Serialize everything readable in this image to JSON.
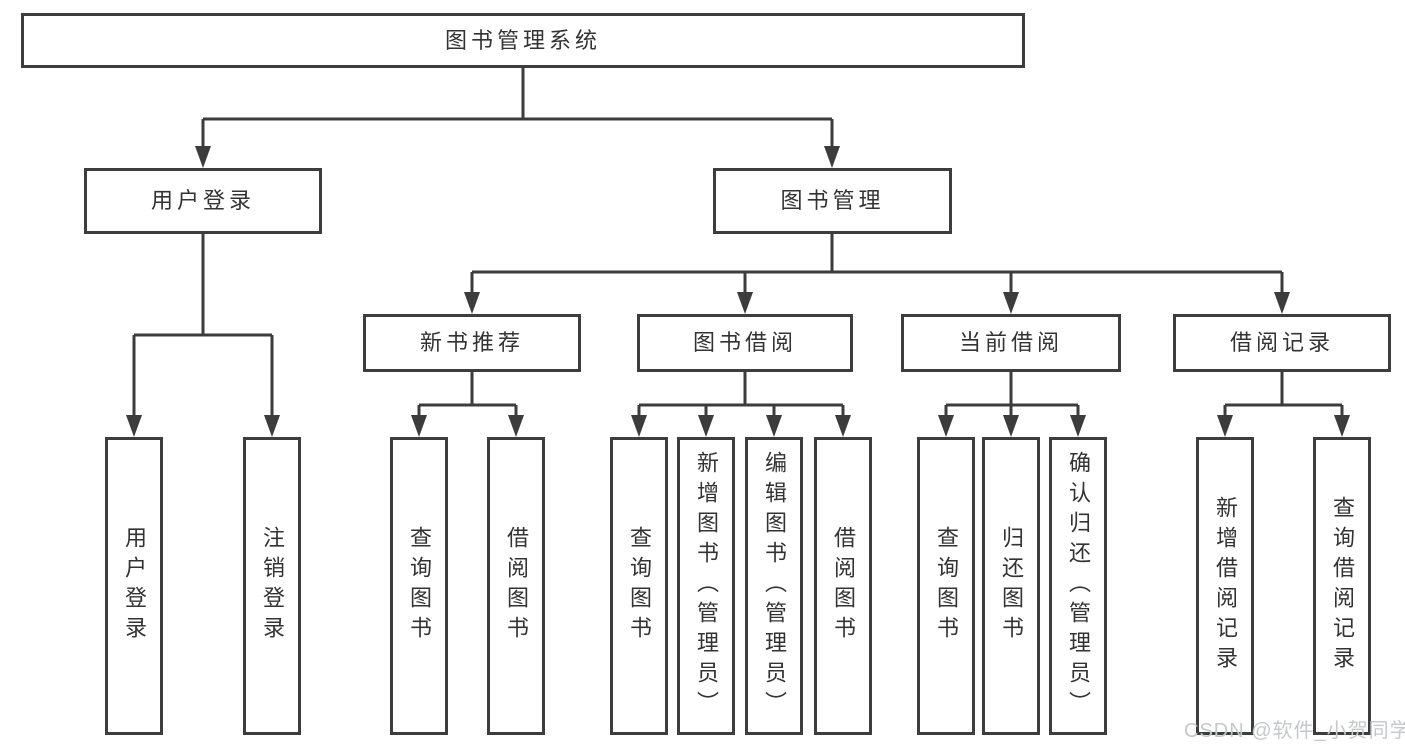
{
  "colors": {
    "line": "#3c3c3c",
    "box_border": "#3d3d3d",
    "text": "#333333",
    "watermark": "#c6c8cb",
    "background": "#ffffff"
  },
  "diagram": {
    "root": {
      "label": "图书管理系统"
    },
    "level2": [
      {
        "label": "用户登录"
      },
      {
        "label": "图书管理"
      }
    ],
    "level3": [
      {
        "label": "新书推荐",
        "parent": "图书管理"
      },
      {
        "label": "图书借阅",
        "parent": "图书管理"
      },
      {
        "label": "当前借阅",
        "parent": "图书管理"
      },
      {
        "label": "借阅记录",
        "parent": "图书管理"
      }
    ],
    "leaves": [
      {
        "label": "用户登录",
        "parent": "用户登录"
      },
      {
        "label": "注销登录",
        "parent": "用户登录"
      },
      {
        "label": "查询图书",
        "parent": "新书推荐"
      },
      {
        "label": "借阅图书",
        "parent": "新书推荐"
      },
      {
        "label": "查询图书",
        "parent": "图书借阅"
      },
      {
        "label": "新增图书（管理员）",
        "parent": "图书借阅"
      },
      {
        "label": "编辑图书（管理员）",
        "parent": "图书借阅"
      },
      {
        "label": "借阅图书",
        "parent": "图书借阅"
      },
      {
        "label": "查询图书",
        "parent": "当前借阅"
      },
      {
        "label": "归还图书",
        "parent": "当前借阅"
      },
      {
        "label": "确认归还（管理员）",
        "parent": "当前借阅"
      },
      {
        "label": "新增借阅记录",
        "parent": "借阅记录"
      },
      {
        "label": "查询借阅记录",
        "parent": "借阅记录"
      }
    ]
  },
  "watermark": {
    "text": "CSDN @软件_小贺同学"
  }
}
